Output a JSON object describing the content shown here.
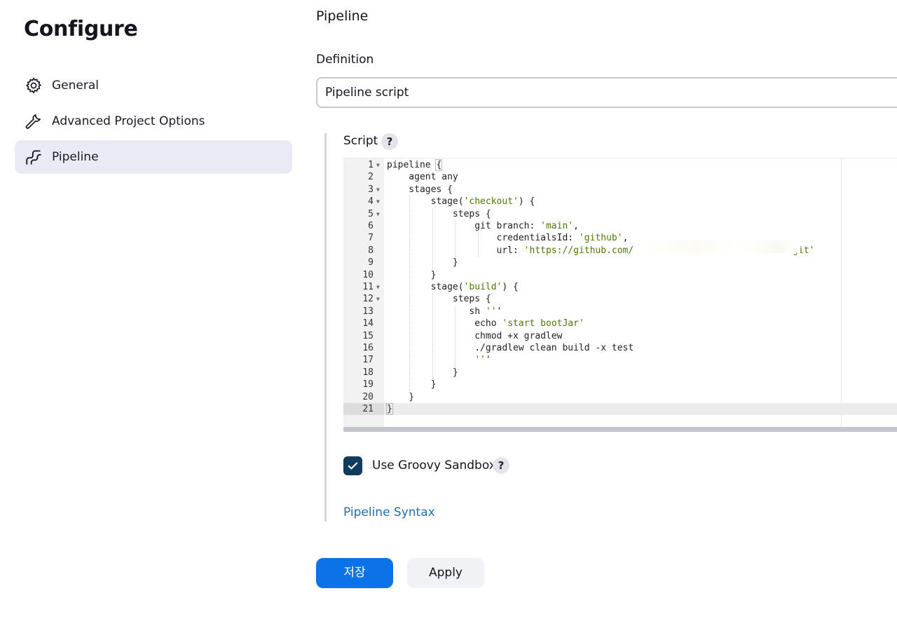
{
  "sidebar": {
    "title": "Configure",
    "items": [
      {
        "label": "General",
        "icon": "gear-icon",
        "active": false
      },
      {
        "label": "Advanced Project Options",
        "icon": "wrench-icon",
        "active": false
      },
      {
        "label": "Pipeline",
        "icon": "pipeline-icon",
        "active": true
      }
    ]
  },
  "main": {
    "section_title": "Pipeline",
    "definition_label": "Definition",
    "definition_value": "Pipeline script",
    "script_label": "Script",
    "help_glyph": "?",
    "editor": {
      "active_line": 21,
      "lines": [
        {
          "n": "1",
          "text": "pipeline {"
        },
        {
          "n": "2",
          "text": "    agent any"
        },
        {
          "n": "3",
          "text": "    stages {"
        },
        {
          "n": "4",
          "text": "        stage('checkout') {"
        },
        {
          "n": "5",
          "text": "            steps {"
        },
        {
          "n": "6",
          "text": "                git branch: 'main',"
        },
        {
          "n": "7",
          "text": "                    credentialsId: 'github',"
        },
        {
          "n": "8",
          "text": "                    url: 'https://github.com/                             git'"
        },
        {
          "n": "9",
          "text": "            }"
        },
        {
          "n": "10",
          "text": "        }"
        },
        {
          "n": "11",
          "text": "        stage('build') {"
        },
        {
          "n": "12",
          "text": "            steps {"
        },
        {
          "n": "13",
          "text": "               sh '''"
        },
        {
          "n": "14",
          "text": "                echo 'start bootJar'"
        },
        {
          "n": "15",
          "text": "                chmod +x gradlew"
        },
        {
          "n": "16",
          "text": "                ./gradlew clean build -x test"
        },
        {
          "n": "17",
          "text": "                '''"
        },
        {
          "n": "18",
          "text": "            }"
        },
        {
          "n": "19",
          "text": "        }"
        },
        {
          "n": "20",
          "text": "    }"
        },
        {
          "n": "21",
          "text": "}"
        }
      ]
    },
    "sandbox_label": "Use Groovy Sandbox",
    "sandbox_checked": true,
    "syntax_link": "Pipeline Syntax"
  },
  "buttons": {
    "save": "저장",
    "apply": "Apply"
  },
  "colors": {
    "primary": "#0b72e7",
    "checkbox": "#0f3c5c",
    "link": "#1e6fb5",
    "string": "#4a7b00",
    "active_nav": "#e9eaf3"
  }
}
